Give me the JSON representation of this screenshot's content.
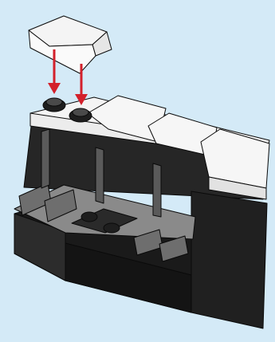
{
  "instruction_step": {
    "background_color": "#d4eaf7",
    "arrow_color": "#d3202b",
    "brick_dark_color": "#1c1c1c",
    "brick_light_color": "#f4f4f4",
    "brick_mid_color": "#8a8a8a",
    "parts": [
      {
        "name": "slope-brick",
        "state": "to-be-attached"
      },
      {
        "name": "round-studs",
        "count": 2
      },
      {
        "name": "base-assembly",
        "state": "in-progress"
      }
    ],
    "arrows": [
      {
        "direction": "down"
      },
      {
        "direction": "down"
      }
    ]
  }
}
